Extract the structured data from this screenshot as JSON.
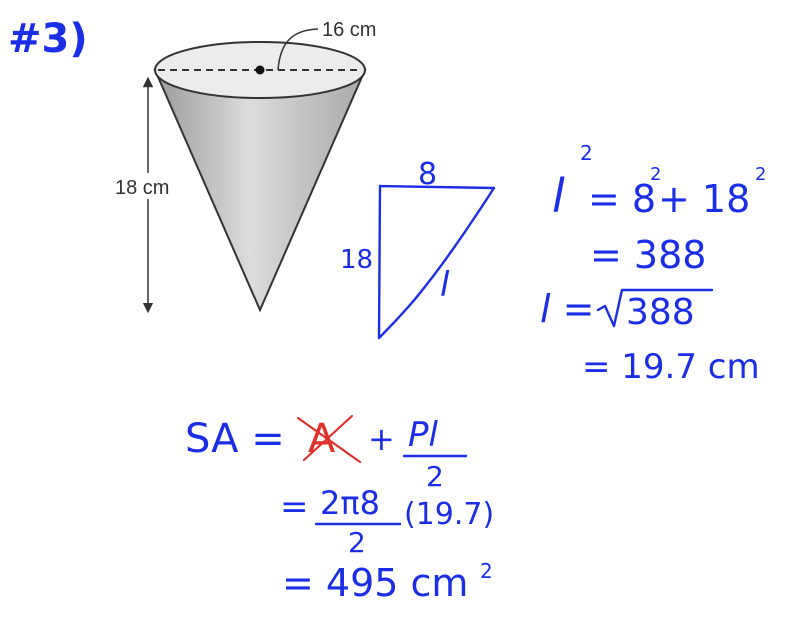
{
  "problem_label": "#3)",
  "cone": {
    "radius_label": "16 cm",
    "height_label": "18 cm"
  },
  "triangle": {
    "top_label": "8",
    "side_label": "18",
    "hyp_label": "l"
  },
  "work": {
    "line1_l": "l",
    "line1_exp": "2",
    "line1_rhs": "= 8",
    "line1_exp2": "2",
    "line1_plus": "+ 18",
    "line1_exp3": "2",
    "line2": "= 388",
    "line3_l": "l =",
    "line3_sqrt": "388",
    "line4": "= 19.7 cm"
  },
  "sa": {
    "lhs": "SA =",
    "crossed": "A",
    "plus": "+",
    "frac_num": "Pl",
    "frac_den": "2",
    "line2_eq": "=",
    "line2_num": "2π8",
    "line2_den": "2",
    "line2_mult": "(19.7)",
    "line3": "= 495 cm",
    "line3_exp": "2"
  }
}
